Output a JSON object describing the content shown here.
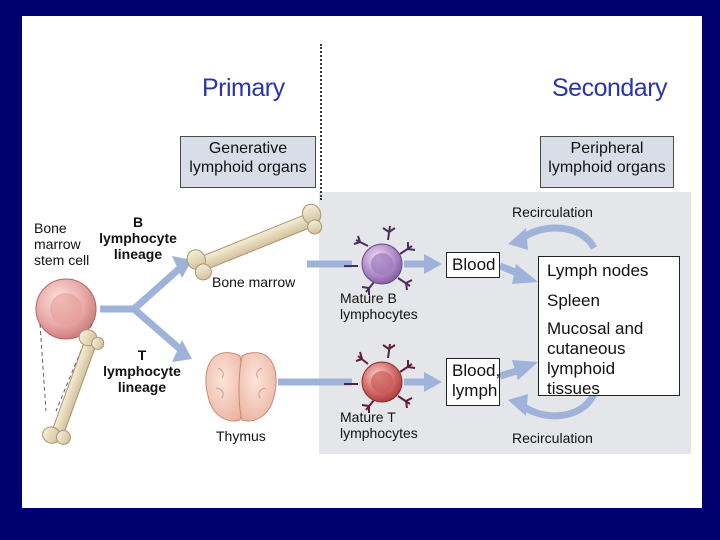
{
  "headings": {
    "primary": "Primary",
    "secondary": "Secondary"
  },
  "boxes": {
    "generative": "Generative lymphoid organs",
    "peripheral": "Peripheral lymphoid organs"
  },
  "left": {
    "stem_cell": "Bone marrow stem cell",
    "b_lineage": "B lymphocyte lineage",
    "t_lineage": "T lymphocyte lineage"
  },
  "organs": {
    "bone_marrow": "Bone marrow",
    "thymus": "Thymus"
  },
  "cells": {
    "mature_b": "Mature B lymphocytes",
    "mature_t": "Mature T lymphocytes"
  },
  "circulation": {
    "blood": "Blood",
    "blood_lymph": "Blood, lymph",
    "recirc_top": "Recirculation",
    "recirc_bottom": "Recirculation"
  },
  "peripheral_list": {
    "lymph_nodes": "Lymph nodes",
    "spleen": "Spleen",
    "mucosal": "Mucosal and cutaneous lymphoid tissues"
  },
  "colors": {
    "background": "#000070",
    "heading": "#2a35a8",
    "arrow": "#9fb3da",
    "panel": "#e4e6ea",
    "b_cell": "#8a6bb0",
    "t_cell": "#c24848"
  }
}
